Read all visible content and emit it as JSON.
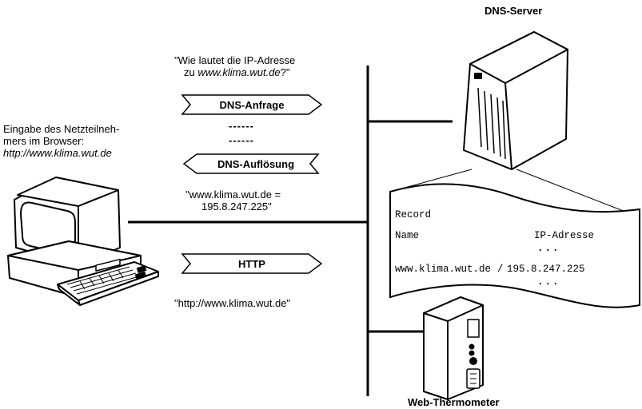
{
  "dns_server": {
    "label": "DNS-Server"
  },
  "thermometer": {
    "label": "Web-Thermometer"
  },
  "question": {
    "line1": "\"Wie lautet die IP-Adresse",
    "line2_prefix": "zu ",
    "line2_host": "www.klima.wut.de",
    "line2_suffix": "?\""
  },
  "client": {
    "line1": "Eingabe des Netzteilneh-",
    "line2": "mers im Browser:",
    "line3": "http://www.klima.wut.de"
  },
  "arrows": {
    "request": "DNS-Anfrage",
    "dashes1": "------",
    "dashes2": "------",
    "resolution": "DNS-Auflösung",
    "http": "HTTP"
  },
  "answer": {
    "line1": "\"www.klima.wut.de =",
    "line2": "195.8.247.225\""
  },
  "http_url": "\"http://www.klima.wut.de\"",
  "record": {
    "title": "Record",
    "col_name": "Name",
    "col_ip": "IP-Adresse",
    "ellipsis_top": "...",
    "name_value": "www.klima.wut.de",
    "separator": "/",
    "ip_value": "195.8.247.225",
    "ellipsis_bottom": "..."
  }
}
